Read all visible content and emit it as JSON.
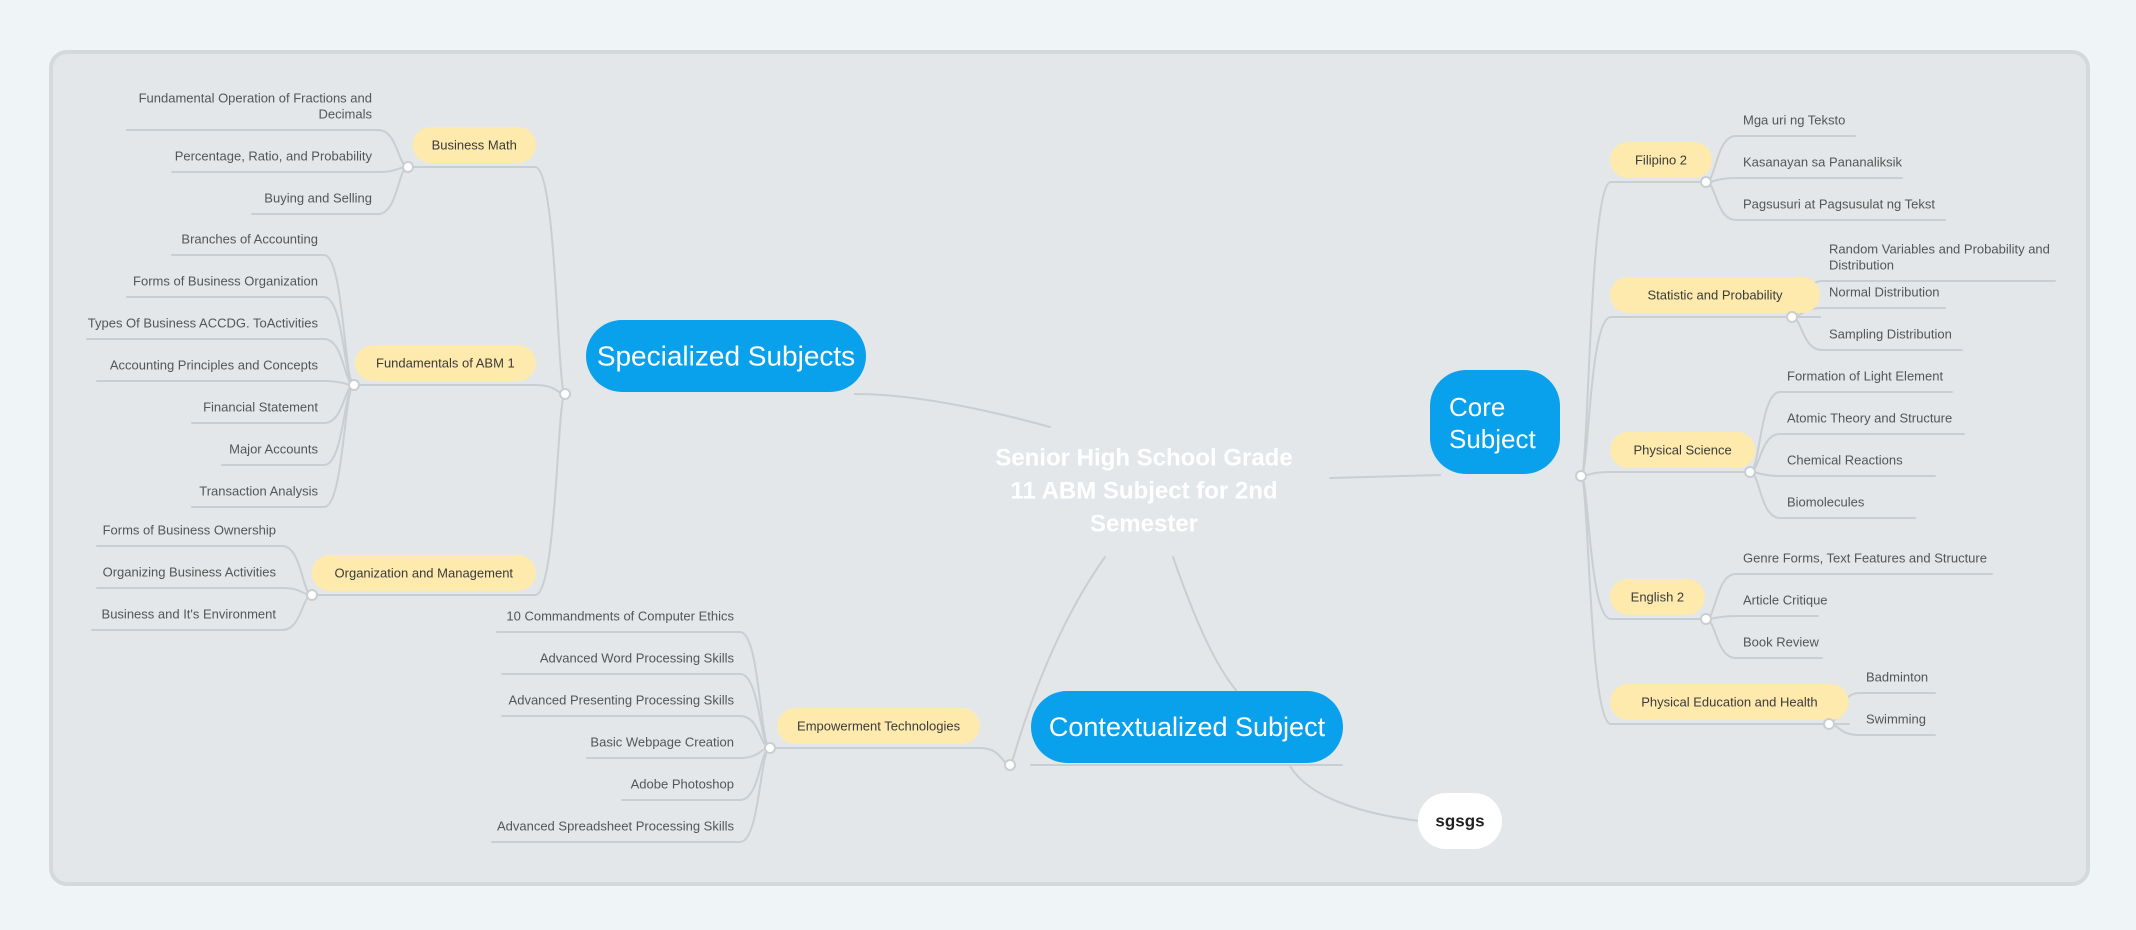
{
  "colors": {
    "background": "#eff4f7",
    "frame_fill": "#e3e7ea",
    "frame_border": "#d5d9dc",
    "branch_fill": "#0aa1ec",
    "branch_text": "#ffffff",
    "subtopic_fill": "#fdeaac",
    "subtopic_text": "#3b3b3b",
    "leaf_text": "#555555",
    "connector": "#c9ced2",
    "root_text": "#ffffff",
    "floating_fill": "#ffffff",
    "floating_text": "#222222"
  },
  "mindmap": {
    "root": {
      "title_lines": [
        "Senior High School Grade",
        "11 ABM Subject for 2nd",
        "Semester"
      ]
    },
    "branches": [
      {
        "id": "specialized",
        "label_lines": [
          "Specialized Subjects"
        ],
        "topics": [
          {
            "label": "Business Math",
            "items": [
              [
                "Fundamental Operation of Fractions and",
                "Decimals"
              ],
              [
                "Percentage, Ratio, and Probability"
              ],
              [
                "Buying and Selling"
              ]
            ]
          },
          {
            "label": "Fundamentals of ABM 1",
            "items": [
              [
                "Branches of Accounting"
              ],
              [
                "Forms of Business Organization"
              ],
              [
                "Types Of Business ACCDG. ToActivities"
              ],
              [
                "Accounting Principles and Concepts"
              ],
              [
                "Financial Statement"
              ],
              [
                "Major Accounts"
              ],
              [
                "Transaction Analysis"
              ]
            ]
          },
          {
            "label": "Organization and Management",
            "items": [
              [
                "Forms of Business Ownership"
              ],
              [
                "Organizing Business Activities"
              ],
              [
                "Business and It's Environment"
              ]
            ]
          }
        ]
      },
      {
        "id": "core",
        "label_lines": [
          "Core",
          "Subject"
        ],
        "topics": [
          {
            "label": "Filipino 2",
            "items": [
              [
                "Mga uri ng Teksto"
              ],
              [
                "Kasanayan sa Pananaliksik"
              ],
              [
                "Pagsusuri at Pagsusulat ng Tekst"
              ]
            ]
          },
          {
            "label": "Statistic and Probability",
            "items": [
              [
                "Random Variables and Probability and",
                "Distribution"
              ],
              [
                "Normal Distribution"
              ],
              [
                "Sampling Distribution"
              ]
            ]
          },
          {
            "label": "Physical Science",
            "items": [
              [
                "Formation of Light Element"
              ],
              [
                "Atomic Theory and Structure"
              ],
              [
                "Chemical Reactions"
              ],
              [
                "Biomolecules"
              ]
            ]
          },
          {
            "label": "English 2",
            "items": [
              [
                "Genre Forms, Text Features and Structure"
              ],
              [
                "Article Critique"
              ],
              [
                "Book Review"
              ]
            ]
          },
          {
            "label": "Physical Education and Health",
            "items": [
              [
                "Badminton"
              ],
              [
                "Swimming"
              ]
            ]
          }
        ]
      },
      {
        "id": "contextualized",
        "label_lines": [
          "Contextualized Subject"
        ],
        "topics": [
          {
            "label": "Empowerment Technologies",
            "items": [
              [
                "10 Commandments of Computer Ethics"
              ],
              [
                "Advanced Word Processing Skills"
              ],
              [
                "Advanced Presenting Processing Skills"
              ],
              [
                "Basic Webpage Creation"
              ],
              [
                "Adobe Photoshop"
              ],
              [
                "Advanced Spreadsheet Processing Skills"
              ]
            ]
          }
        ]
      }
    ],
    "floating": [
      {
        "label": "sgsgs"
      }
    ]
  }
}
